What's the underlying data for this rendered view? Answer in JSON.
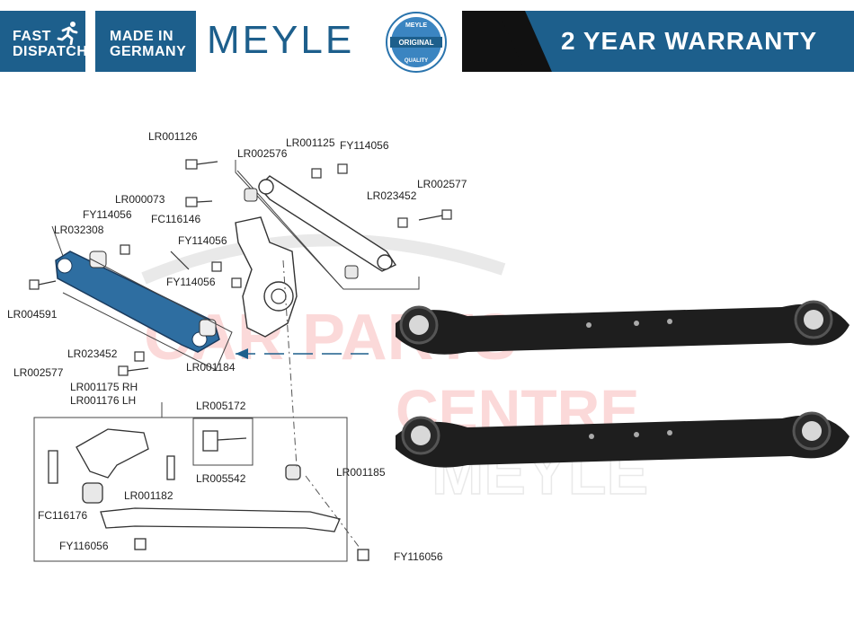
{
  "banner": {
    "fast_line1": "FAST",
    "fast_line2": "DISPATCH",
    "made_line1": "MADE IN",
    "made_line2": "GERMANY",
    "brand": "MEYLE",
    "seal_top": "MEYLE",
    "seal_mid": "ORIGINAL",
    "seal_bottom": "QUALITY",
    "warranty": "2 YEAR WARRANTY"
  },
  "watermark": {
    "line1": "CAR PARTS",
    "line2": "CENTRE",
    "line3": "MEYLE"
  },
  "parts": {
    "lr001126": "LR001126",
    "lr001125": "LR001125",
    "fy114056_a": "FY114056",
    "lr002576": "LR002576",
    "lr002577_a": "LR002577",
    "lr000073": "LR000073",
    "lr023452_a": "LR023452",
    "fy114056_b": "FY114056",
    "fc116146": "FC116146",
    "lr032308": "LR032308",
    "fy114056_c": "FY114056",
    "fy114056_d": "FY114056",
    "lr004591": "LR004591",
    "lr023452_b": "LR023452",
    "lr002577_b": "LR002577",
    "lr001184": "LR001184",
    "lr001175": "LR001175 RH",
    "lr001176": "LR001176 LH",
    "lr005172": "LR005172",
    "lr005542": "LR005542",
    "lr001185": "LR001185",
    "lr001182": "LR001182",
    "fc116176": "FC116176",
    "fy116056_a": "FY116056",
    "fy116056_b": "FY116056"
  },
  "colors": {
    "brand_blue": "#1d5f8c",
    "arm_blue": "#2e6ea1",
    "dark": "#111111"
  }
}
